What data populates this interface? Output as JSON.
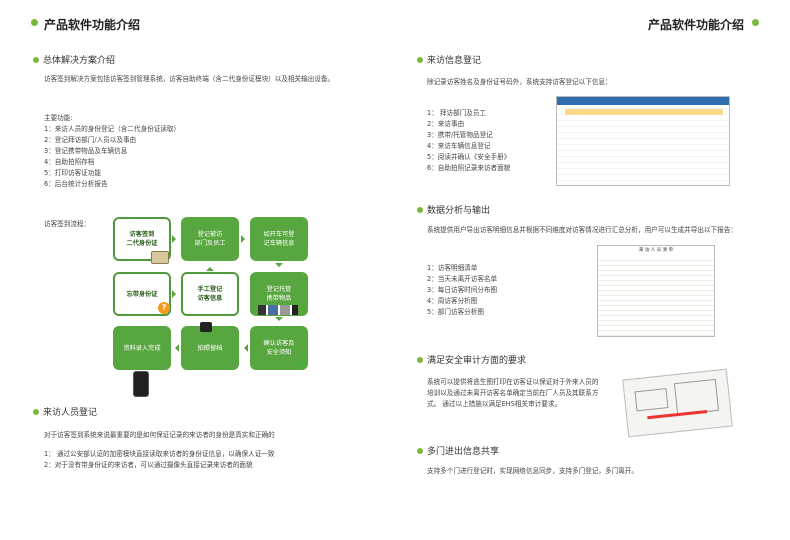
{
  "header": {
    "left_title": "产品软件功能介绍",
    "right_title": "产品软件功能介绍"
  },
  "left": {
    "overview": {
      "heading": "总体解决方案介绍",
      "intro": "访客签到解决方案包括访客签到管理系统，访客自助终端（含二代身份证模块）以及相关输出设备。",
      "func_title": "主要功能:",
      "functions": [
        "1：来访人员的身份登记（含二代身份证读取）",
        "2：登记拜访部门/人员以及事由",
        "3：登记携带物品及车辆信息",
        "4：自助拍照存档",
        "5：打印访客证功能",
        "6：后台统计分析报告"
      ],
      "flow_label": "访客签到流程："
    },
    "flow": {
      "b1": "访客签到\n二代身份证",
      "b2": "登记被访\n部门及员工",
      "b3": "如开车可登\n记车辆信息",
      "b4": "忘带身份证",
      "b5": "手工登记\n访客信息",
      "b6": "登记托管\n携带物品",
      "b7": "资料录入完成",
      "b8": "拍照留档",
      "b9": "确认访客及\n安全须知"
    },
    "visitor": {
      "heading": "来访人员登记",
      "intro": "对于访客签到系统来说最重要的是如何保证记录的来访者的身份是真实和正确的",
      "items": [
        "1： 通过公安部认证的加密模块直接读取来访者的身份证信息，以确保人证一致",
        "2：对于没有带身份证的来访者，可以通过摄像头直接记录来访者的面貌"
      ]
    }
  },
  "right": {
    "info": {
      "heading": "来访信息登记",
      "intro": "除记录访客姓名及身份证号码外，系统支持访客登记以下信息：",
      "items": [
        "1： 拜访部门及员工",
        "2：来访事由",
        "3：携带/托管物品登记",
        "4：来访车辆信息登记",
        "5：阅读并确认《安全手册》",
        "6：自助拍照记录来访者面貌"
      ]
    },
    "data": {
      "heading": "数据分析与输出",
      "intro": "系统提供用户导出访客明细信息并根据不同维度对访客情况进行汇总分析，用户可以生成并导出以下报告：",
      "items": [
        "1：访客明细清单",
        "2：当天未离开访客名单",
        "3：每日访客时间分布图",
        "4：周访客分析图",
        "5：部门访客分析图"
      ],
      "report_title": "来 访 人 员 清 单"
    },
    "security": {
      "heading": "满足安全审计方面的要求",
      "text": "系统可以提供将逃生图打印在访客证以保证对于外来人员的培训以及通过未离开访客名单确定当前在厂人员及其联系方式。 通过以上措施以满足EHS相关审计要求。"
    },
    "multi": {
      "heading": "多门进出信息共享",
      "text": "支持多个门进行登记时，实现网络信息同步，支持多门登记，多门离开。"
    }
  }
}
